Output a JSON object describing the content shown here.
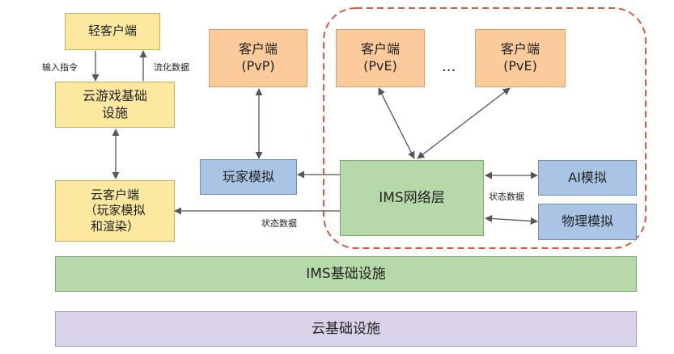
{
  "boxes": {
    "thin_client": "轻客户端",
    "cloud_game_infra_line1": "云游戏基础",
    "cloud_game_infra_line2": "设施",
    "cloud_client_line1": "云客户端",
    "cloud_client_line2": "（玩家模拟",
    "cloud_client_line3": "和渲染）",
    "pvp_client_line1": "客户端",
    "pvp_client_line2": "(PvP)",
    "pve_client_a_line1": "客户端",
    "pve_client_a_line2": "(PvE)",
    "pve_client_b_line1": "客户端",
    "pve_client_b_line2": "(PvE)",
    "player_sim": "玩家模拟",
    "ims_network": "IMS网络层",
    "ai_sim": "AI模拟",
    "physics_sim": "物理模拟",
    "ims_infra": "IMS基础设施",
    "cloud_infra": "云基础设施"
  },
  "labels": {
    "input_commands": "输入指令",
    "stream_data": "流化数据",
    "state_data_left": "状态数据",
    "state_data_right": "状态数据",
    "ellipsis": "..."
  },
  "colors": {
    "yellow": "#fde8a0",
    "orange": "#fbcb9c",
    "blue": "#a9c4e4",
    "green": "#b5d9a8",
    "purple": "#d9d2e9",
    "dashed_outline": "#e0593a"
  }
}
